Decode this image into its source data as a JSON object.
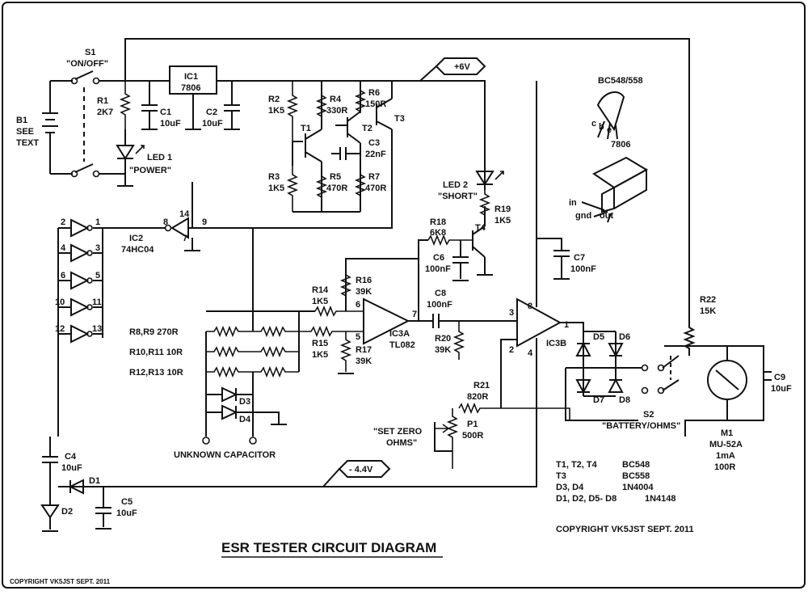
{
  "title": "ESR TESTER CIRCUIT DIAGRAM",
  "copyright_main": "COPYRIGHT VK5JST SEPT. 2011",
  "copyright_corner": "COPYRIGHT VK5JST SEPT. 2011",
  "rails": {
    "pos": "+6V",
    "neg": "- 4.4V"
  },
  "parts_list": [
    {
      "ref": "T1, T2, T4",
      "val": "BC548"
    },
    {
      "ref": "T3",
      "val": "BC558"
    },
    {
      "ref": "D3, D4",
      "val": "1N4004"
    },
    {
      "ref": "D1, D2, D5- D8",
      "val": "1N4148"
    }
  ],
  "pinouts": {
    "transistor": "BC548/558",
    "c": "c",
    "b": "b",
    "e": "e",
    "reg": "7806",
    "in": "in",
    "gnd": "gnd",
    "out": "out"
  },
  "s1": {
    "ref": "S1",
    "name": "\"ON/OFF\""
  },
  "s2": {
    "ref": "S2",
    "name": "\"BATTERY/OHMS\""
  },
  "b1": {
    "ref": "B1",
    "l2": "SEE",
    "l3": "TEXT"
  },
  "r1": {
    "ref": "R1",
    "val": "2K7"
  },
  "led1": {
    "ref": "LED 1",
    "name": "\"POWER\""
  },
  "c1": {
    "ref": "C1",
    "val": "10uF"
  },
  "ic1": {
    "ref": "IC1",
    "val": "7806"
  },
  "c2": {
    "ref": "C2",
    "val": "10uF"
  },
  "r2": {
    "ref": "R2",
    "val": "1K5"
  },
  "r3": {
    "ref": "R3",
    "val": "1K5"
  },
  "r4": {
    "ref": "R4",
    "val": "330R"
  },
  "r5": {
    "ref": "R5",
    "val": "470R"
  },
  "r6": {
    "ref": "R6",
    "val": "150R"
  },
  "r7": {
    "ref": "R7",
    "val": "470R"
  },
  "c3": {
    "ref": "C3",
    "val": "22nF"
  },
  "t1": "T1",
  "t2": "T2",
  "t3": "T3",
  "t4": "T4",
  "led2": {
    "ref": "LED 2",
    "name": "\"SHORT\""
  },
  "r19": {
    "ref": "R19",
    "val": "1K5"
  },
  "r18": {
    "ref": "R18",
    "val": "6K8"
  },
  "c6": {
    "ref": "C6",
    "val": "100nF"
  },
  "c7": {
    "ref": "C7",
    "val": "100nF"
  },
  "ic2": {
    "ref": "IC2",
    "val": "74HC04"
  },
  "gate_pins": {
    "p1": "1",
    "p2": "2",
    "p3": "3",
    "p4": "4",
    "p5": "5",
    "p6": "6",
    "p10": "10",
    "p11": "11",
    "p12": "12",
    "p13": "13",
    "p8": "8",
    "p9": "9",
    "p14": "14",
    "p7": "7"
  },
  "res_labels": {
    "r89": "R8,R9 270R",
    "r1011": "R10,R11 10R",
    "r1213": "R12,R13 10R"
  },
  "d3": "D3",
  "d4": "D4",
  "unknown_cap": "UNKNOWN CAPACITOR",
  "r14": {
    "ref": "R14",
    "val": "1K5"
  },
  "r15": {
    "ref": "R15",
    "val": "1K5"
  },
  "r16": {
    "ref": "R16",
    "val": "39K"
  },
  "r17": {
    "ref": "R17",
    "val": "39K"
  },
  "ic3a": {
    "ref": "IC3A",
    "val": "TL082",
    "p6": "6",
    "p5": "5",
    "p7": "7"
  },
  "c8": {
    "ref": "C8",
    "val": "100nF"
  },
  "r20": {
    "ref": "R20",
    "val": "39K"
  },
  "ic3b": {
    "ref": "IC3B",
    "p3": "3",
    "p2": "2",
    "p8": "8",
    "p4": "4",
    "p1": "1"
  },
  "r21": {
    "ref": "R21",
    "val": "820R"
  },
  "p1": {
    "ref": "P1",
    "val": "500R",
    "name1": "\"SET ZERO",
    "name2": "OHMS\""
  },
  "d5": "D5",
  "d6": "D6",
  "d7": "D7",
  "d8": "D8",
  "r22": {
    "ref": "R22",
    "val": "15K"
  },
  "m1": {
    "ref": "M1",
    "l2": "MU-52A",
    "l3": "1mA",
    "l4": "100R"
  },
  "c9": {
    "ref": "C9",
    "val": "10uF"
  },
  "c4": {
    "ref": "C4",
    "val": "10uF"
  },
  "c5": {
    "ref": "C5",
    "val": "10uF"
  },
  "d1": "D1",
  "d2": "D2",
  "plus": "+"
}
